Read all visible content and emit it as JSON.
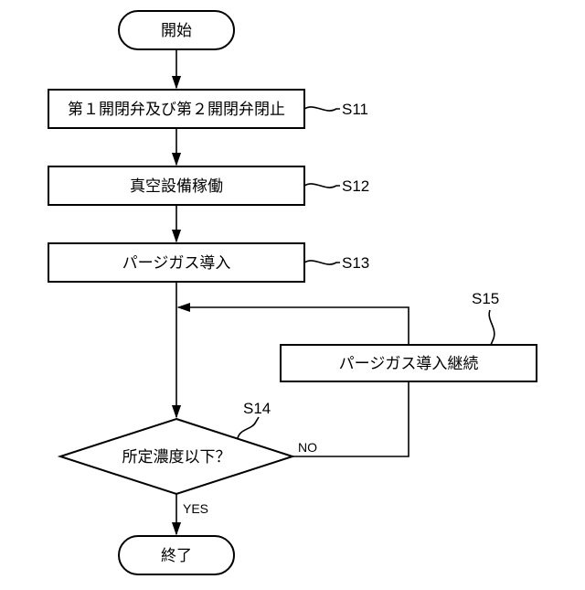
{
  "flowchart": {
    "start": {
      "label": "開始"
    },
    "end": {
      "label": "終了"
    },
    "steps": [
      {
        "id": "S11",
        "label": "第１開閉弁及び第２開閉弁閉止"
      },
      {
        "id": "S12",
        "label": "真空設備稼働"
      },
      {
        "id": "S13",
        "label": "パージガス導入"
      },
      {
        "id": "S15",
        "label": "パージガス導入継続"
      }
    ],
    "decision": {
      "id": "S14",
      "label": "所定濃度以下？",
      "no_label": "NO",
      "yes_label": "YES"
    }
  }
}
